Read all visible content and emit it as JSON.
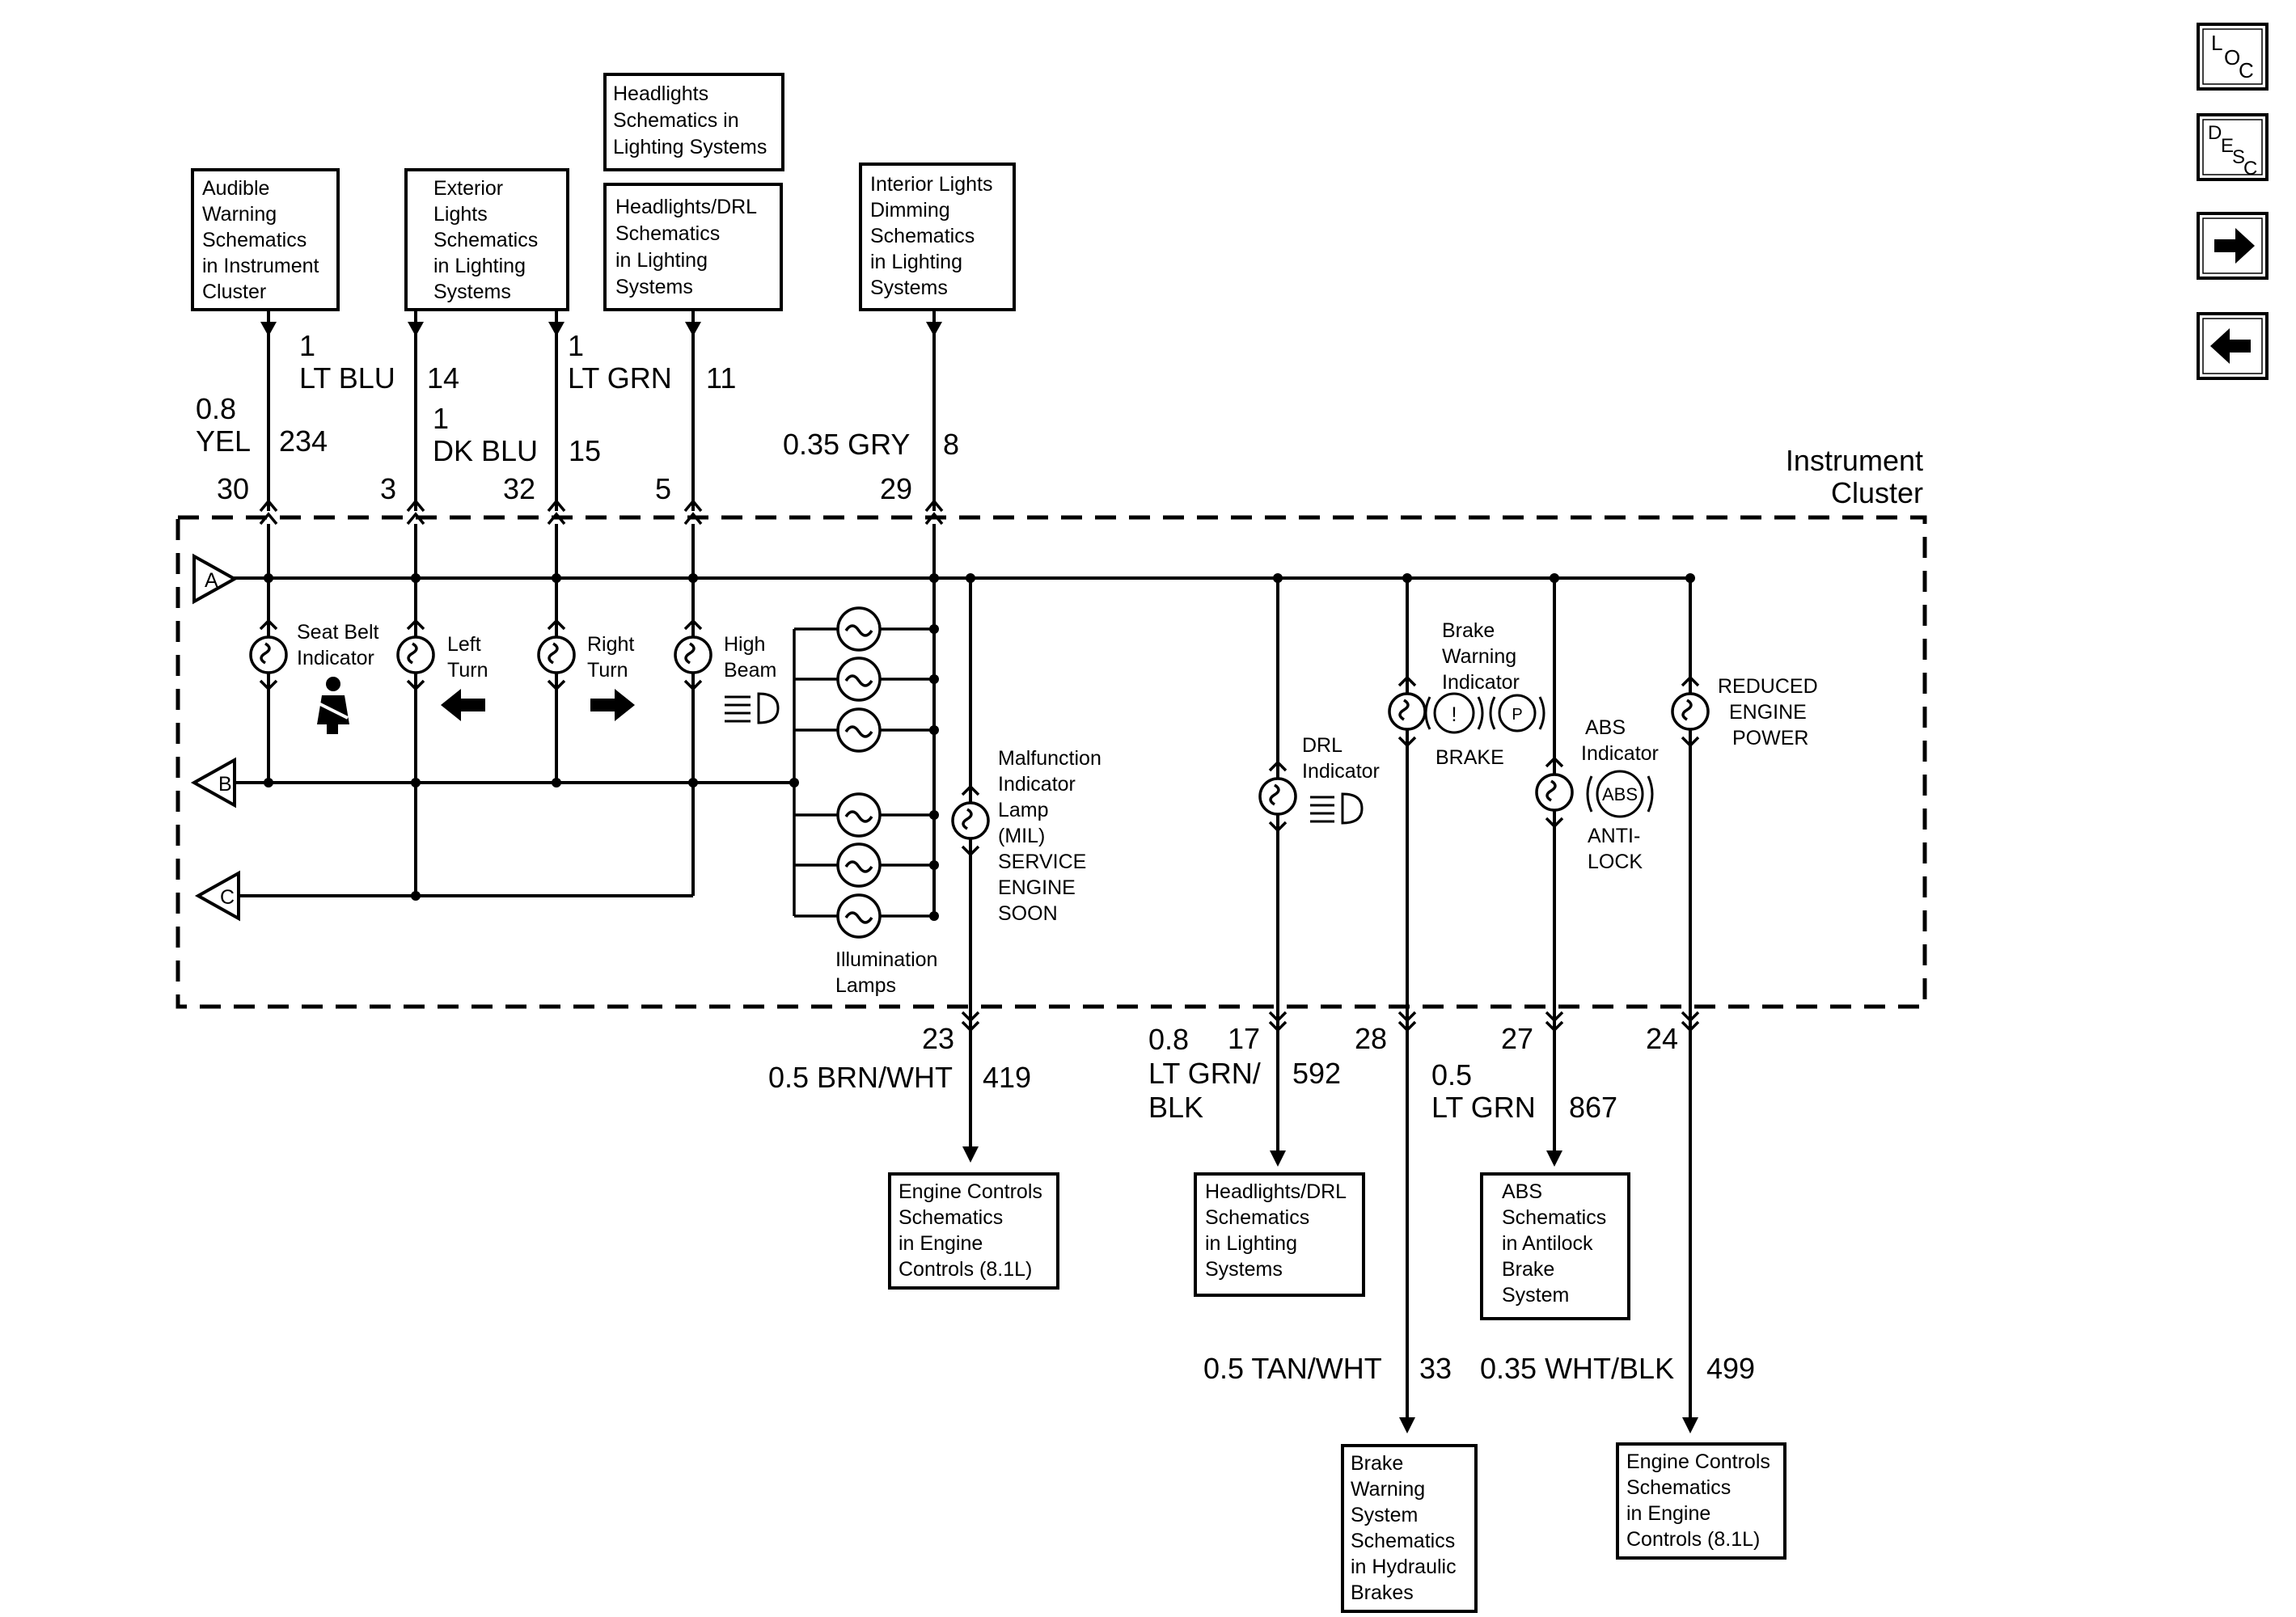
{
  "cluster_title": [
    "Instrument",
    "Cluster"
  ],
  "connector_letters": [
    "A",
    "B",
    "C"
  ],
  "nav": {
    "loc_main": "L",
    "loc_sub": "O",
    "loc_sub2": "C",
    "desc_main": "D",
    "desc_sub": "E",
    "desc_sub2": "S",
    "desc_sub3": "C",
    "forward_icon": "right-arrow-icon",
    "back_icon": "left-arrow-icon"
  },
  "top_boxes": {
    "audible": [
      "Audible",
      "Warning",
      "Schematics",
      "in Instrument",
      "Cluster"
    ],
    "exterior": [
      "Exterior",
      "Lights",
      "Schematics",
      "in Lighting",
      "Systems"
    ],
    "headlights_top": [
      "Headlights",
      "Schematics in",
      "Lighting Systems"
    ],
    "headlights_drl": [
      "Headlights/DRL",
      "Schematics",
      "in Lighting",
      "Systems"
    ],
    "interior": [
      "Interior Lights",
      "Dimming",
      "Schematics",
      "in Lighting",
      "Systems"
    ]
  },
  "top_wires": {
    "w30": {
      "size": "0.8",
      "color": "YEL",
      "circuit": "234",
      "pin": "30"
    },
    "w3": {
      "size": "1",
      "color": "LT BLU",
      "circuit": "14",
      "pin": "3"
    },
    "w32": {
      "size": "1",
      "color": "DK BLU",
      "circuit": "15",
      "pin": "32"
    },
    "w5": {
      "size": "1",
      "color": "LT GRN",
      "circuit": "11",
      "pin": "5"
    },
    "w29": {
      "label": "0.35 GRY",
      "circuit": "8",
      "pin": "29"
    }
  },
  "indicators": {
    "seat_belt": [
      "Seat Belt",
      "Indicator"
    ],
    "left_turn": [
      "Left",
      "Turn"
    ],
    "right_turn": [
      "Right",
      "Turn"
    ],
    "high_beam": [
      "High",
      "Beam"
    ],
    "illumination": [
      "Illumination",
      "Lamps"
    ],
    "mil": [
      "Malfunction",
      "Indicator",
      "Lamp",
      "(MIL)",
      "SERVICE",
      "ENGINE",
      "SOON"
    ],
    "drl": [
      "DRL",
      "Indicator"
    ],
    "brake": [
      "Brake",
      "Warning",
      "Indicator"
    ],
    "brake_text": "BRAKE",
    "brake_sym1": "!",
    "brake_sym2": "P",
    "abs": [
      "ABS",
      "Indicator"
    ],
    "abs_sym": "ABS",
    "abs_text": [
      "ANTI-",
      "LOCK"
    ],
    "reduced": [
      "REDUCED",
      "ENGINE",
      "POWER"
    ]
  },
  "bottom_wires": {
    "w23": {
      "pin": "23",
      "label": "0.5 BRN/WHT",
      "circuit": "419"
    },
    "w17": {
      "pin": "17",
      "size": "0.8",
      "color1": "LT GRN/",
      "color2": "BLK",
      "circuit": "592"
    },
    "w28": {
      "pin": "28",
      "label": "0.5 TAN/WHT",
      "circuit": "33"
    },
    "w27": {
      "pin": "27",
      "size": "0.5",
      "color": "LT GRN",
      "circuit": "867"
    },
    "w24": {
      "pin": "24",
      "label": "0.35 WHT/BLK",
      "circuit": "499"
    }
  },
  "bottom_boxes": {
    "engine1": [
      "Engine Controls",
      "Schematics",
      "in Engine",
      "Controls (8.1L)"
    ],
    "headlights_drl": [
      "Headlights/DRL",
      "Schematics",
      "in Lighting",
      "Systems"
    ],
    "abs": [
      "ABS",
      "Schematics",
      "in Antilock",
      "Brake",
      "System"
    ],
    "brake": [
      "Brake",
      "Warning",
      "System",
      "Schematics",
      "in Hydraulic",
      "Brakes"
    ],
    "engine2": [
      "Engine Controls",
      "Schematics",
      "in Engine",
      "Controls (8.1L)"
    ]
  }
}
